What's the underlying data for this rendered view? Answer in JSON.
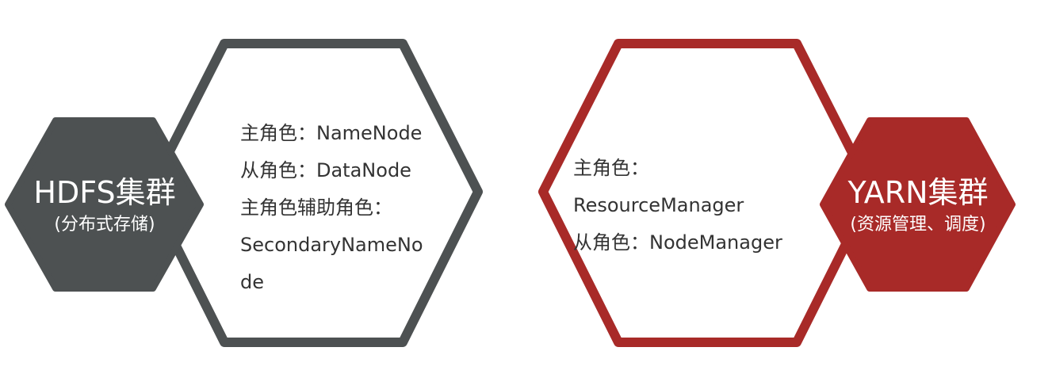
{
  "colors": {
    "hdfs": "#4d5152",
    "yarn": "#a82a28",
    "background": "#ffffff",
    "text": "#333333"
  },
  "hdfs": {
    "title": "HDFS集群",
    "subtitle": "(分布式存储)",
    "lines": [
      "主角色：NameNode",
      "从角色：DataNode",
      "主角色辅助角色：",
      "SecondaryNameNo",
      "de"
    ]
  },
  "yarn": {
    "title": "YARN集群",
    "subtitle": "(资源管理、调度)",
    "lines": [
      "主角色：",
      "ResourceManager",
      "从角色：NodeManager"
    ]
  }
}
